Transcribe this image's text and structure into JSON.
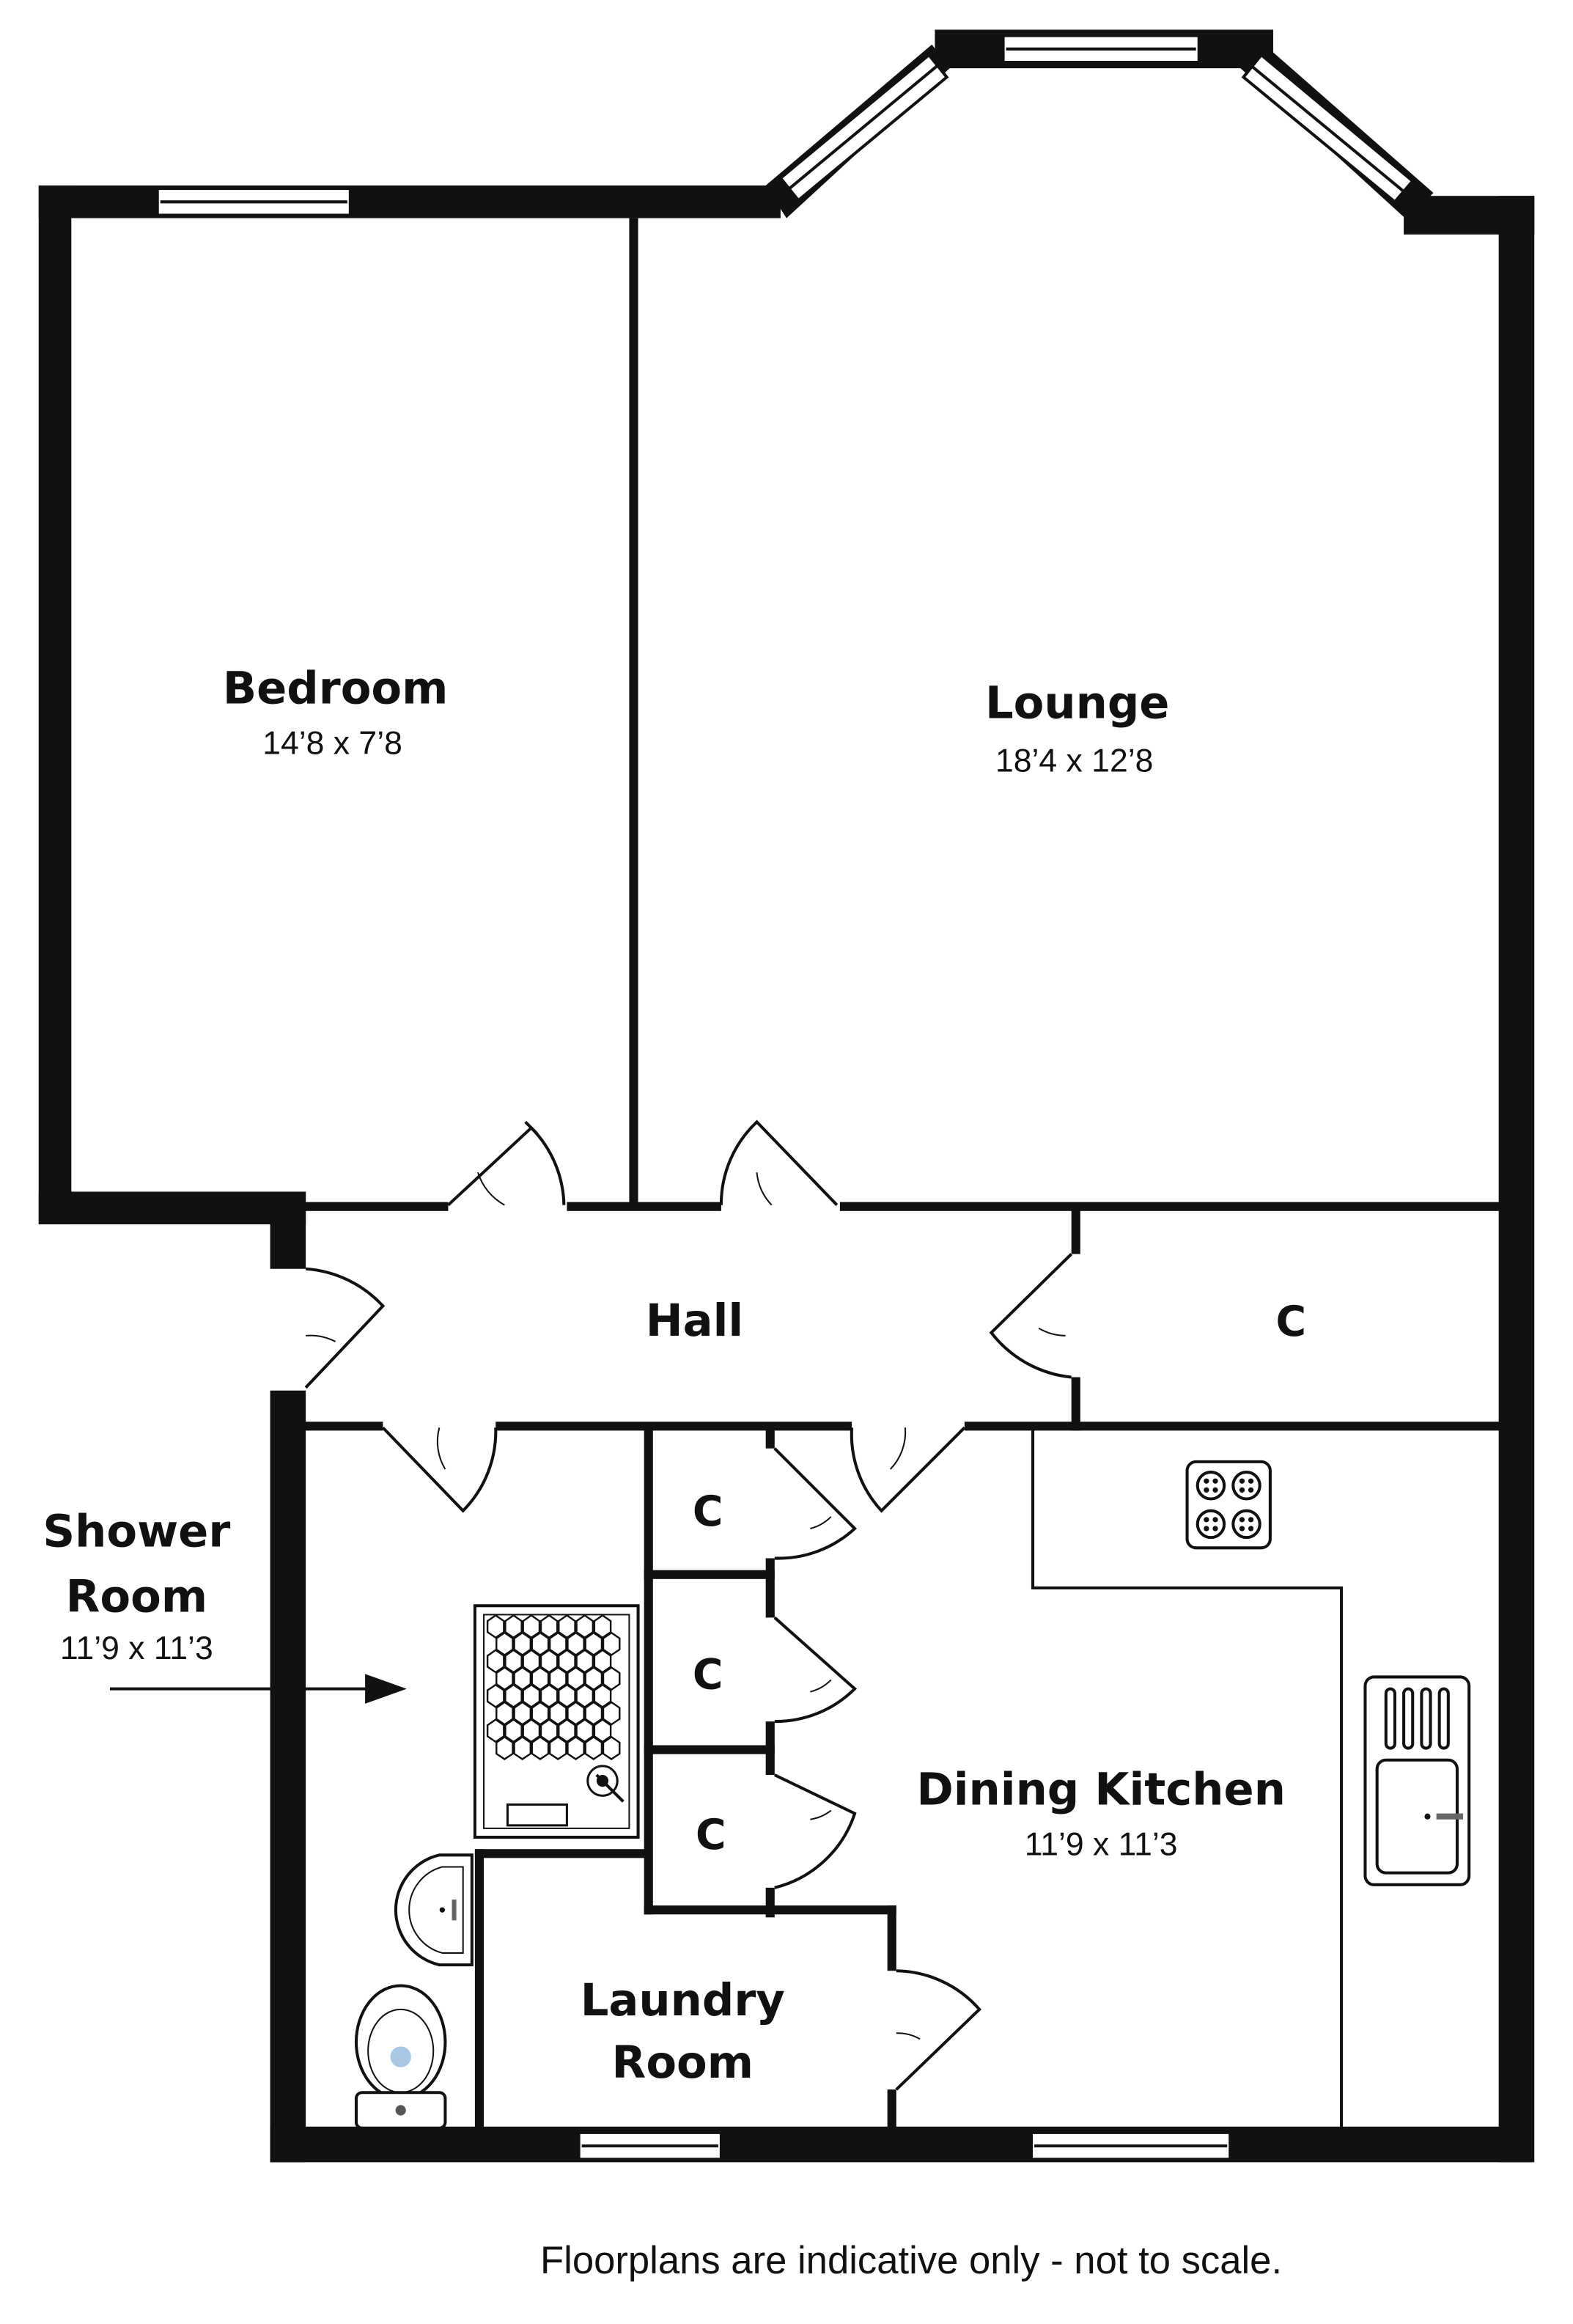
{
  "rooms": {
    "bedroom": {
      "name": "Bedroom",
      "dims": "14’8 x 7’8"
    },
    "lounge": {
      "name": "Lounge",
      "dims": "18’4 x 12’8"
    },
    "hall": {
      "name": "Hall"
    },
    "cupboard": {
      "name": "C"
    },
    "shower": {
      "name_line1": "Shower",
      "name_line2": "Room",
      "dims": "11’9 x 11’3"
    },
    "kitchen": {
      "name": "Dining Kitchen",
      "dims": "11’9 x 11’3"
    },
    "laundry": {
      "name_line1": "Laundry",
      "name_line2": "Room"
    },
    "cupboards": [
      "C",
      "C",
      "C"
    ]
  },
  "footer": {
    "note": "Floorplans are indicative only - not to scale."
  },
  "colors": {
    "wall": "#111111",
    "background": "#ffffff",
    "toilet_accent": "#a9c8e6",
    "tap": "#666666"
  }
}
